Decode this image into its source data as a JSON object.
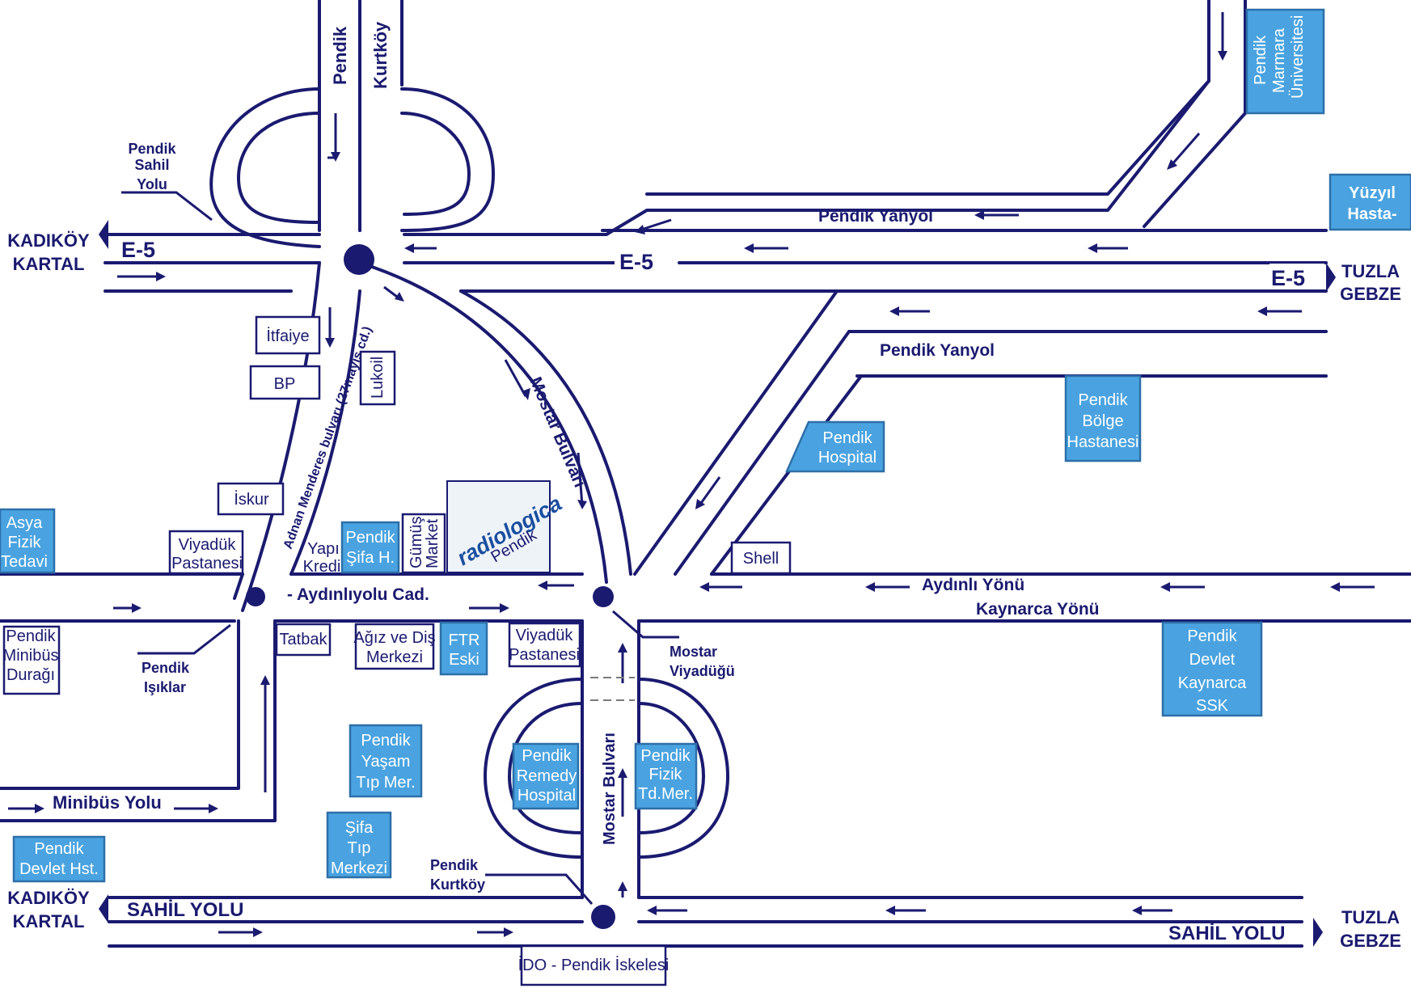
{
  "directions": {
    "left_top": [
      "KADIKÖY",
      "KARTAL"
    ],
    "left_bottom": [
      "KADIKÖY",
      "KARTAL"
    ],
    "right_top": [
      "TUZLA",
      "GEBZE"
    ],
    "right_bottom": [
      "TUZLA",
      "GEBZE"
    ]
  },
  "roads": {
    "e5_left": "E-5",
    "e5_center": "E-5",
    "e5_right": "E-5",
    "pendik_yanyol_top": "Pendik Yanyol",
    "pendik_yanyol_mid": "Pendik Yanyol",
    "pendik_up": "Pendik",
    "kurtkoy_up": "Kurtköy",
    "pendik_sahil_yolu": [
      "Pendik",
      "Sahil",
      "Yolu"
    ],
    "adnan_menderes": "Adnan Menderes bulvarı (27mayıs cd.)",
    "mostar_bulvari_upper": "Mostar Bulvarı",
    "mostar_bulvari_lower": "Mostar Bulvarı",
    "aydinliyolu": "- Aydınlıyolu Cad.",
    "aydinli_yonu": "Aydınlı Yönü",
    "kaynarca_yonu": "Kaynarca Yönü",
    "minibus_yolu": "Minibüs Yolu",
    "sahil_yolu_left": "SAHİL YOLU",
    "sahil_yolu_right": "SAHİL YOLU",
    "pendik_isiklar": [
      "Pendik",
      "Işıklar"
    ],
    "mostar_viyadugu": [
      "Mostar",
      "Viyadüğü"
    ],
    "pendik_kurtkoy": [
      "Pendik",
      "Kurtköy"
    ]
  },
  "places": {
    "itfaiye": "İtfaiye",
    "bp": "BP",
    "lukoil": "Lukoil",
    "iskur": "İskur",
    "viyaduk_pastanesi_1": [
      "Viyadük",
      "Pastanesi"
    ],
    "yapi_kredi": [
      "Yapı",
      "Kredi"
    ],
    "gumus_market": [
      "Gümüş",
      "Market"
    ],
    "shell": "Shell",
    "pendik_minibus_duragi": [
      "Pendik",
      "Minibüs",
      "Durağı"
    ],
    "tatbak": "Tatbak",
    "agiz_ve_dis": [
      "Ağız ve Diş",
      "Merkezi"
    ],
    "viyaduk_pastanesi_2": [
      "Viyadük",
      "Pastanesi"
    ],
    "ido": "İDO - Pendik İskelesi"
  },
  "medical": {
    "marmara": [
      "Pendik",
      "Marmara",
      "Üniversitesi"
    ],
    "yuzyil": [
      "Yüzyıl",
      "Hasta-"
    ],
    "bolge": [
      "Pendik",
      "Bölge",
      "Hastanesi"
    ],
    "pendik_hospital": [
      "Pendik",
      "Hospital"
    ],
    "asya_fizik": [
      "Asya",
      "Fizik",
      "Tedavi"
    ],
    "sifa_h": [
      "Pendik",
      "Şifa H."
    ],
    "ftr_eski": [
      "FTR",
      "Eski"
    ],
    "devlet_kaynarca": [
      "Pendik",
      "Devlet",
      "Kaynarca",
      "SSK"
    ],
    "yasam": [
      "Pendik",
      "Yaşam",
      "Tıp Mer."
    ],
    "remedy": [
      "Pendik",
      "Remedy",
      "Hospital"
    ],
    "fizik_td": [
      "Pendik",
      "Fizik",
      "Td.Mer."
    ],
    "sifa_tip": [
      "Şifa",
      "Tıp",
      "Merkezi"
    ],
    "devlet_hst": [
      "Pendik",
      "Devlet Hst."
    ]
  },
  "logo": {
    "brand": "radiologica",
    "sub": "Pendik"
  },
  "colors": {
    "road": "#1a1a70",
    "medical": "#4aa3e0",
    "background": "#ffffff"
  }
}
